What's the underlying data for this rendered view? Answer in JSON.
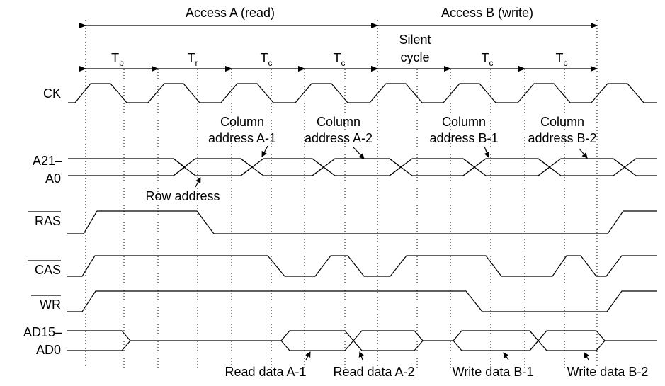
{
  "headers": {
    "access_a": "Access A (read)",
    "access_b": "Access B (write)"
  },
  "phases": [
    {
      "main": "T",
      "sub": "p"
    },
    {
      "main": "T",
      "sub": "r"
    },
    {
      "main": "T",
      "sub": "c"
    },
    {
      "main": "T",
      "sub": "c"
    },
    {
      "main": "Silent",
      "line2": "cycle"
    },
    {
      "main": "T",
      "sub": "c"
    },
    {
      "main": "T",
      "sub": "c"
    }
  ],
  "signals": {
    "ck": "CK",
    "addr_top": "A21–",
    "addr_bottom": "A0",
    "ras": "RAS",
    "cas": "CAS",
    "wr": "WR",
    "ad_top": "AD15–",
    "ad_bottom": "AD0"
  },
  "annotations": {
    "col_a1": [
      "Column",
      "address A-1"
    ],
    "col_a2": [
      "Column",
      "address A-2"
    ],
    "col_b1": [
      "Column",
      "address B-1"
    ],
    "col_b2": [
      "Column",
      "address B-2"
    ],
    "row_address": "Row address",
    "read_a1": "Read data A-1",
    "read_a2": "Read data A-2",
    "write_b1": "Write data B-1",
    "write_b2": "Write data B-2"
  }
}
